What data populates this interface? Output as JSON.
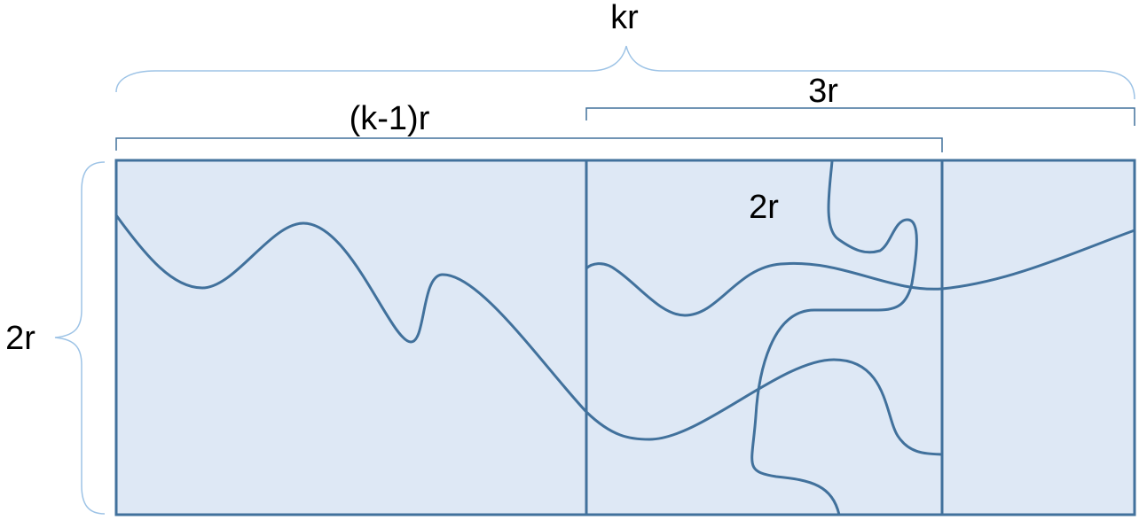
{
  "labels": {
    "total_width": "kr",
    "left_width": "(k-1)r",
    "right_width": "3r",
    "middle_width": "2r",
    "height": "2r"
  },
  "colors": {
    "fill": "#dee8f5",
    "stroke": "#41719c",
    "brace": "#9dc3e6",
    "text": "#000000"
  }
}
